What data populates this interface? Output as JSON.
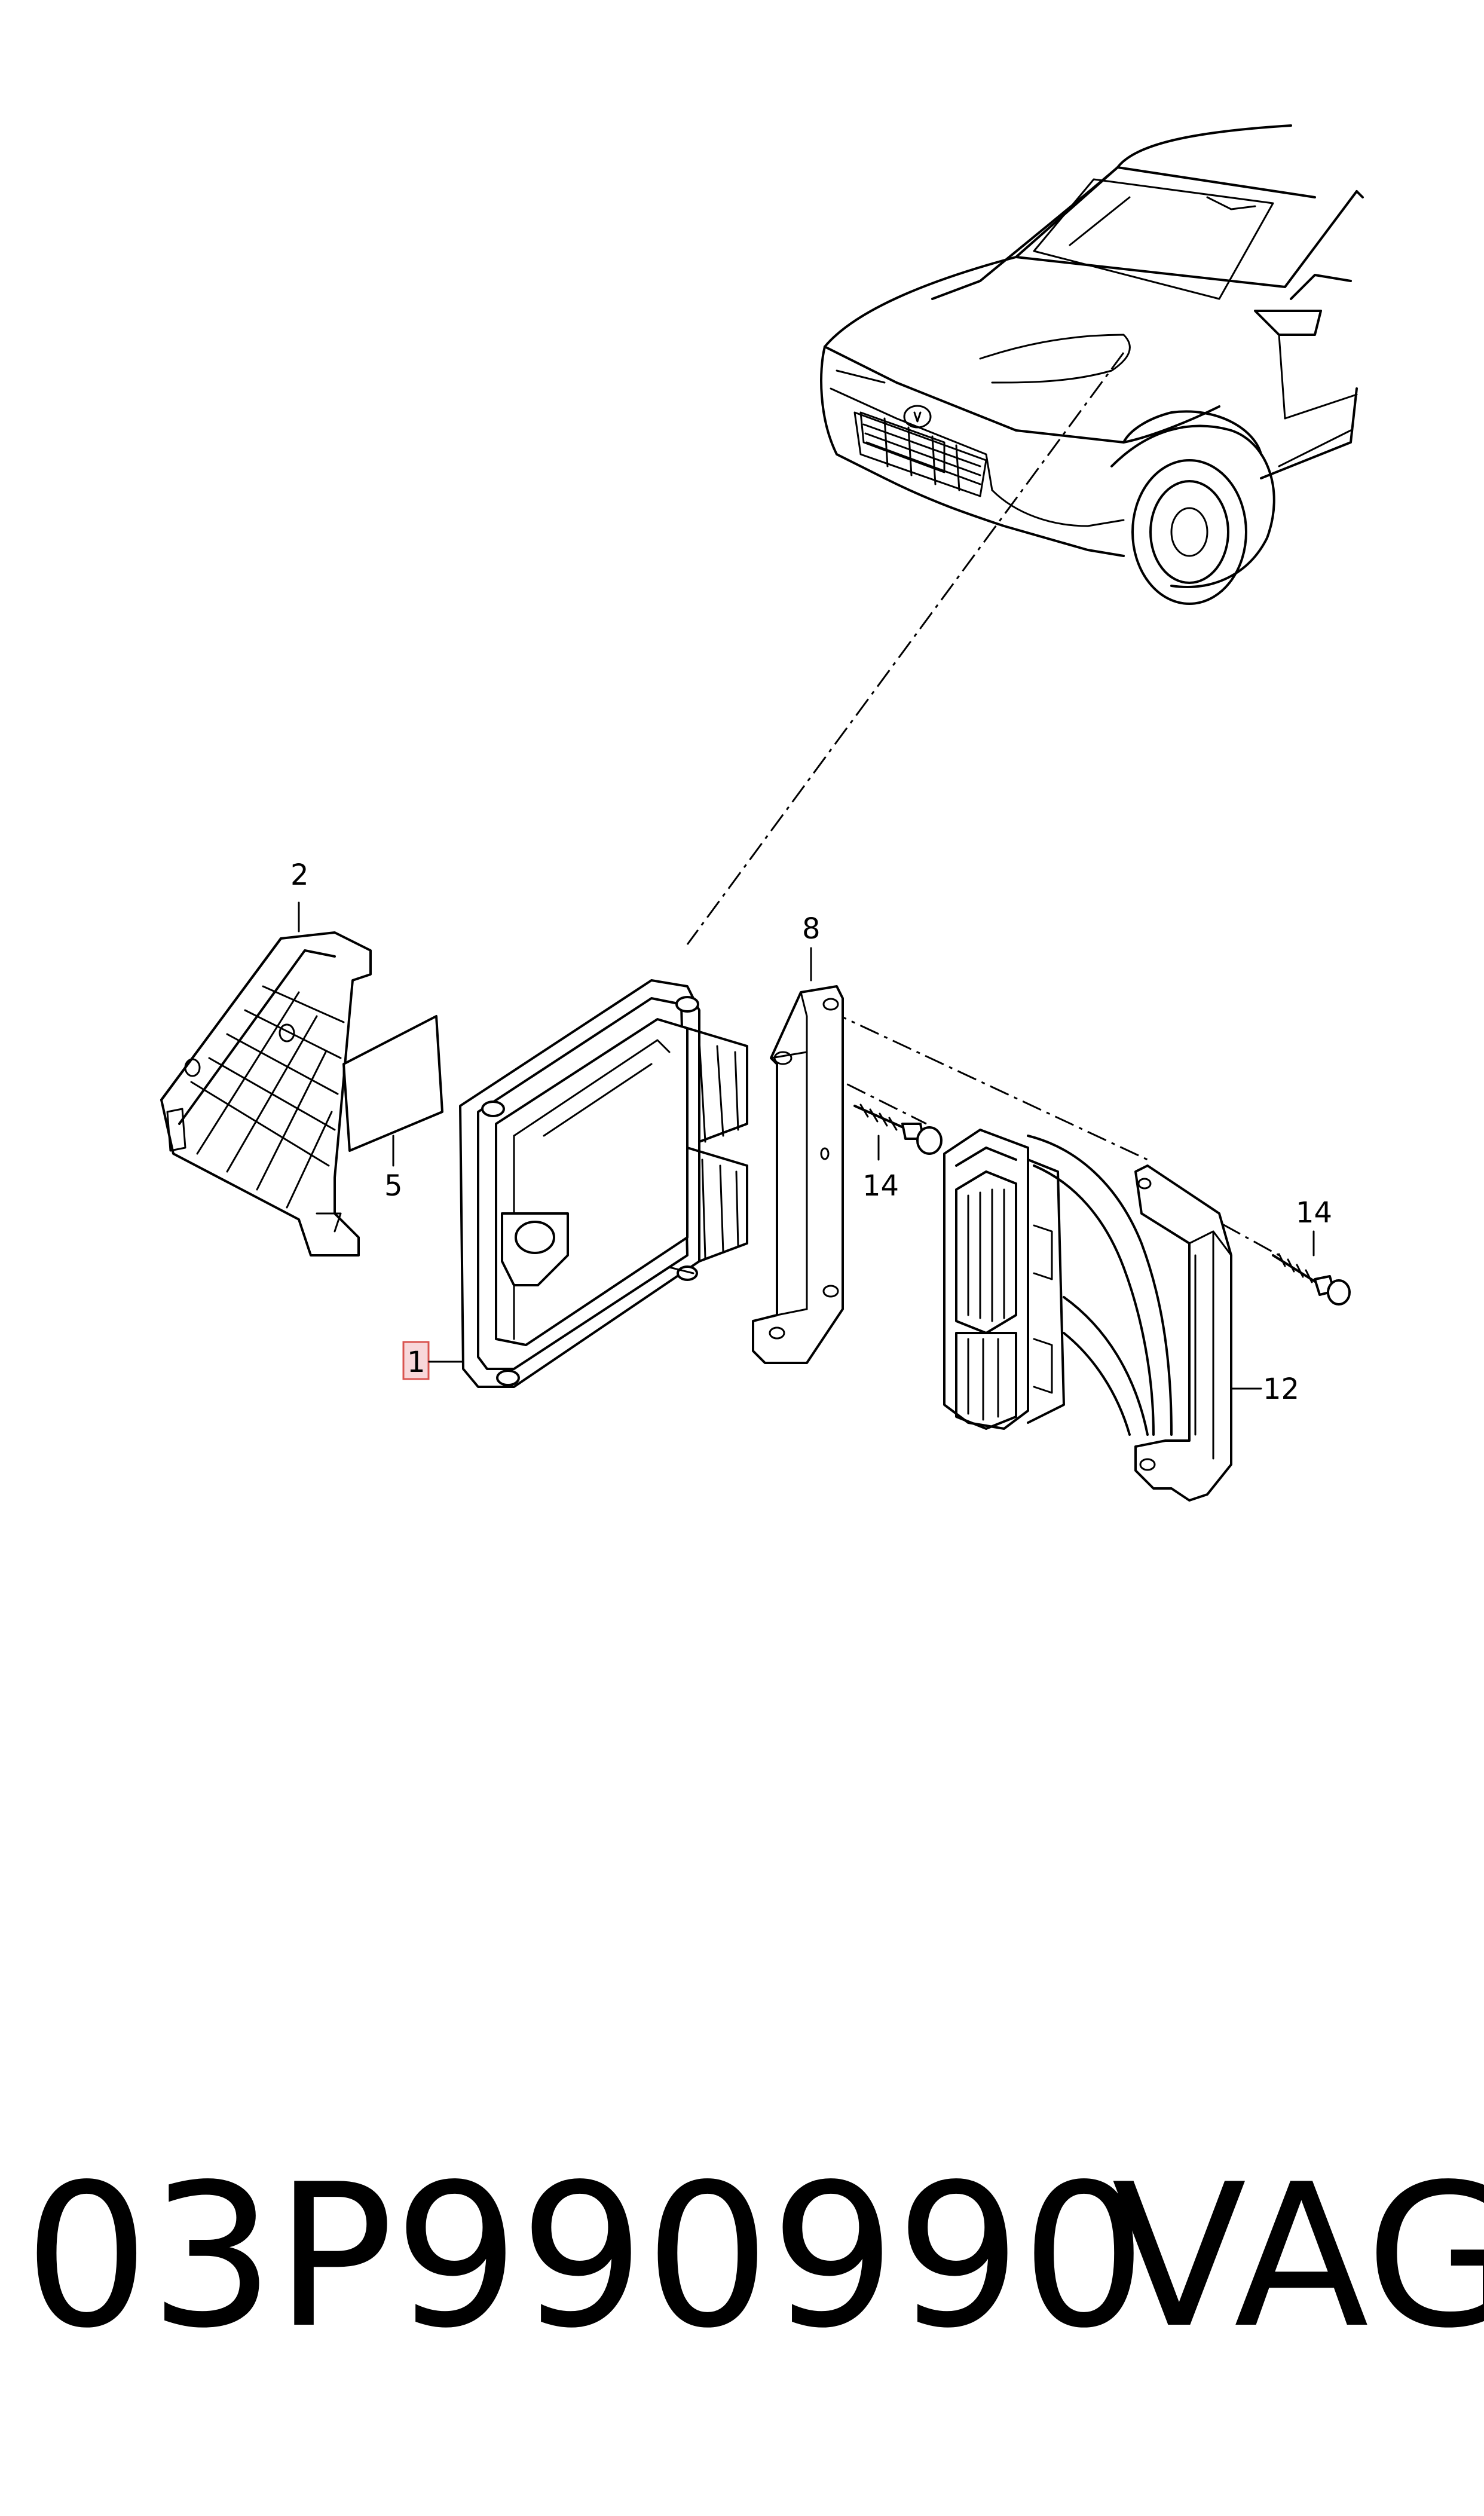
{
  "diagram": {
    "callouts": [
      {
        "id": "1",
        "label": "1",
        "highlighted": true
      },
      {
        "id": "2",
        "label": "2"
      },
      {
        "id": "5",
        "label": "5"
      },
      {
        "id": "8",
        "label": "8"
      },
      {
        "id": "14a",
        "label": "14"
      },
      {
        "id": "14b",
        "label": "14"
      },
      {
        "id": "12",
        "label": "12"
      }
    ],
    "highlight_color": "#f8d7da"
  },
  "caption": {
    "part_number": "03P990990",
    "brand": "VAG"
  }
}
